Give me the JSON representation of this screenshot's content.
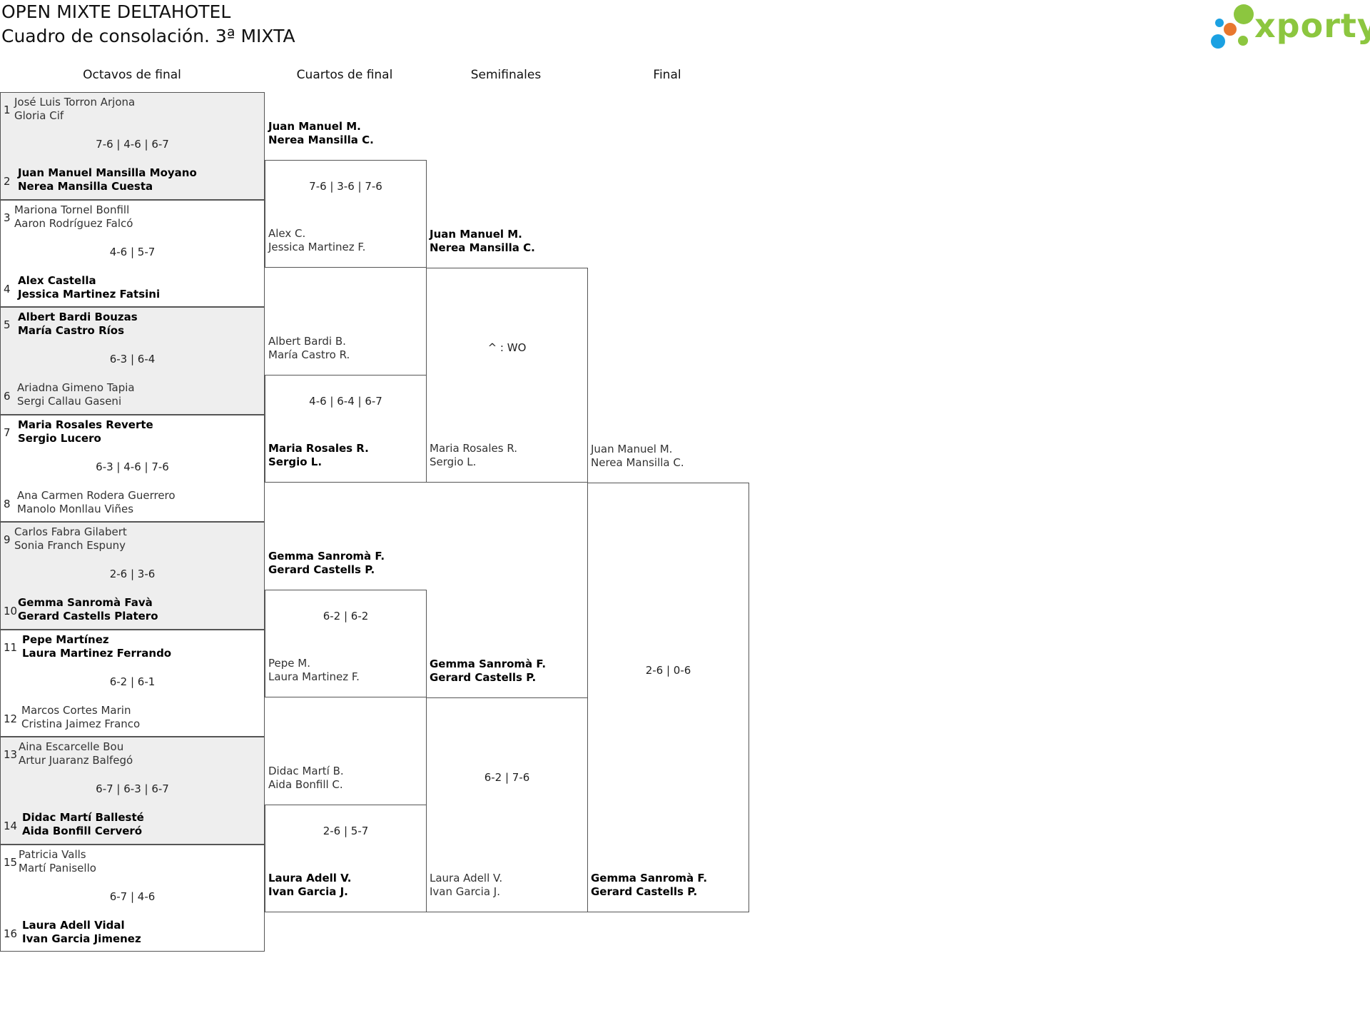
{
  "header": {
    "title": "OPEN MIXTE DELTAHOTEL",
    "subtitle": "Cuadro de consolación. 3ª MIXTA",
    "logo_text": "xporty"
  },
  "rounds": [
    "Octavos de final",
    "Cuartos de final",
    "Semifinales",
    "Final"
  ],
  "r16": [
    {
      "seeds": [
        "1",
        "2"
      ],
      "team_a": [
        "José Luis Torron Arjona",
        "Gloria Cif"
      ],
      "team_b": [
        "Juan Manuel Mansilla Moyano",
        "Nerea Mansilla Cuesta"
      ],
      "winner": "b",
      "score": "7-6 | 4-6 | 6-7"
    },
    {
      "seeds": [
        "3",
        "4"
      ],
      "team_a": [
        "Mariona Tornel Bonfill",
        "Aaron Rodríguez Falcó"
      ],
      "team_b": [
        "Alex Castella",
        "Jessica Martinez Fatsini"
      ],
      "winner": "b",
      "score": "4-6 | 5-7"
    },
    {
      "seeds": [
        "5",
        "6"
      ],
      "team_a": [
        "Albert Bardi Bouzas",
        "María Castro Ríos"
      ],
      "team_b": [
        "Ariadna Gimeno Tapia",
        "Sergi Callau Gaseni"
      ],
      "winner": "a",
      "score": "6-3 | 6-4"
    },
    {
      "seeds": [
        "7",
        "8"
      ],
      "team_a": [
        "Maria Rosales Reverte",
        "Sergio Lucero"
      ],
      "team_b": [
        "Ana Carmen Rodera Guerrero",
        "Manolo Monllau Viñes"
      ],
      "winner": "a",
      "score": "6-3 | 4-6 | 7-6"
    },
    {
      "seeds": [
        "9",
        "10"
      ],
      "team_a": [
        "Carlos Fabra Gilabert",
        "Sonia Franch Espuny"
      ],
      "team_b": [
        "Gemma Sanromà Favà",
        "Gerard Castells Platero"
      ],
      "winner": "b",
      "score": "2-6 | 3-6"
    },
    {
      "seeds": [
        "11",
        "12"
      ],
      "team_a": [
        "Pepe Martínez",
        "Laura Martinez Ferrando"
      ],
      "team_b": [
        "Marcos Cortes Marin",
        "Cristina Jaimez Franco"
      ],
      "winner": "a",
      "score": "6-2 | 6-1"
    },
    {
      "seeds": [
        "13",
        "14"
      ],
      "team_a": [
        "Aina Escarcelle Bou",
        "Artur Juaranz Balfegó"
      ],
      "team_b": [
        "Didac Martí Ballesté",
        "Aida Bonfill Cerveró"
      ],
      "winner": "b",
      "score": "6-7 | 6-3 | 6-7"
    },
    {
      "seeds": [
        "15",
        "16"
      ],
      "team_a": [
        "Patricia Valls",
        "Martí Panisello"
      ],
      "team_b": [
        "Laura Adell Vidal",
        "Ivan Garcia Jimenez"
      ],
      "winner": "b",
      "score": "6-7 | 4-6"
    }
  ],
  "qf": [
    {
      "team_a": [
        "Juan Manuel M.",
        "Nerea Mansilla C."
      ],
      "team_b": [
        "Alex C.",
        "Jessica Martinez F."
      ],
      "winner": "a",
      "score": "7-6 | 3-6 | 7-6"
    },
    {
      "team_a": [
        "Albert Bardi B.",
        "María Castro R."
      ],
      "team_b": [
        "Maria Rosales R.",
        "Sergio L."
      ],
      "winner": "b",
      "score": "4-6 | 6-4 | 6-7"
    },
    {
      "team_a": [
        "Gemma Sanromà F.",
        "Gerard Castells P."
      ],
      "team_b": [
        "Pepe M.",
        "Laura Martinez F."
      ],
      "winner": "a",
      "score": "6-2 | 6-2"
    },
    {
      "team_a": [
        "Didac Martí B.",
        "Aida Bonfill C."
      ],
      "team_b": [
        "Laura Adell V.",
        "Ivan Garcia J."
      ],
      "winner": "b",
      "score": "2-6 | 5-7"
    }
  ],
  "sf": [
    {
      "team_a": [
        "Juan Manuel M.",
        "Nerea Mansilla C."
      ],
      "team_b": [
        "Maria Rosales R.",
        "Sergio L."
      ],
      "winner": "a",
      "score": "^ : WO"
    },
    {
      "team_a": [
        "Gemma Sanromà F.",
        "Gerard Castells P."
      ],
      "team_b": [
        "Laura Adell V.",
        "Ivan Garcia J."
      ],
      "winner": "a",
      "score": "6-2 | 7-6"
    }
  ],
  "final": {
    "team_a": [
      "Juan Manuel M.",
      "Nerea Mansilla C."
    ],
    "team_b": [
      "Gemma Sanromà F.",
      "Gerard Castells P."
    ],
    "winner": "b",
    "score": "2-6 | 0-6"
  },
  "colors": {
    "logo_green": "#8cc63f",
    "logo_orange": "#e8772e",
    "logo_blue": "#1ba1e2",
    "box_shade": "#eeeeee"
  }
}
